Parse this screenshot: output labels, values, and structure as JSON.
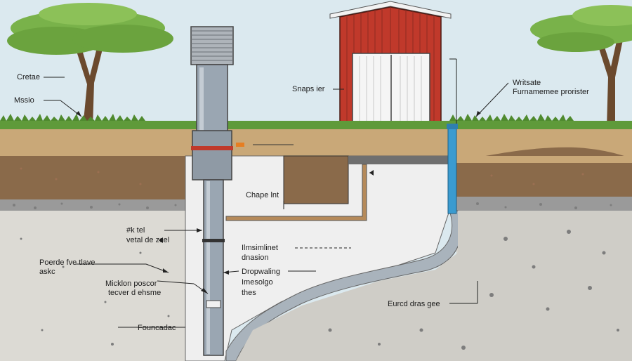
{
  "labels": {
    "crease": "Cretae",
    "mssio": "Mssio",
    "snapsier": "Snaps ier",
    "writsate_line1": "Writsate",
    "writsate_line2": "Furnamemee prorister",
    "chapeiat": "Chape lnt",
    "vertal_line1": "#k tel",
    "vertal_line2": "vetal de zcel",
    "peerde_line1": "Poerde fve tlave",
    "peerde_line2": "askc",
    "micklon_line1": "Micklon poscor",
    "micklon_line2": "tecver d ehsme",
    "foundac": "Founcadac",
    "iimsimilimet_line1": "Ilmsimlinet",
    "iimsimilimet_line2": "dnasion",
    "dropwaling_line1": "Dropwaling",
    "dropwaling_line2": "Imesolgo",
    "dropwaling_line3": "thes",
    "eurcd": "Eurcd dras gee"
  },
  "colors": {
    "sky": "#dbe9ef",
    "grass": "#5f9a3a",
    "topsoil": "#c9a878",
    "darksoil": "#8a6a4a",
    "gravel": "#9a9a9a",
    "concrete": "#e6e6e6",
    "backfill": "#d9d7d2",
    "barn_red": "#c0392b",
    "pipe": "#9aa6b2",
    "water_pipe": "#3a9bd0"
  }
}
